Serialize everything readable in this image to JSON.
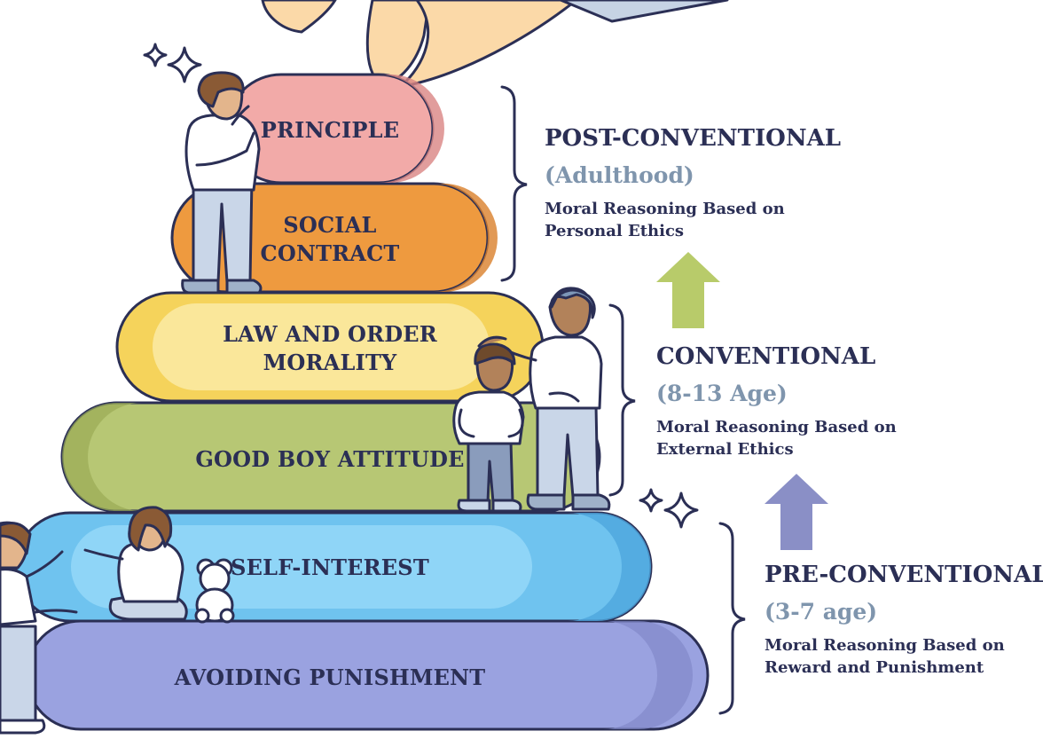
{
  "steps": [
    {
      "label_lines": [
        "PRINCIPLE"
      ]
    },
    {
      "label_lines": [
        "SOCIAL",
        "CONTRACT"
      ]
    },
    {
      "label_lines": [
        "LAW AND ORDER",
        "MORALITY"
      ]
    },
    {
      "label_lines": [
        "GOOD BOY ATTITUDE"
      ]
    },
    {
      "label_lines": [
        "SELF-INTEREST"
      ]
    },
    {
      "label_lines": [
        "AVOIDING PUNISHMENT"
      ]
    }
  ],
  "stages": [
    {
      "title": "POST-CONVENTIONAL",
      "age": "(Adulthood)",
      "desc_lines": [
        "Moral Reasoning Based on",
        "Personal Ethics"
      ]
    },
    {
      "title": "CONVENTIONAL",
      "age": "(8-13 Age)",
      "desc_lines": [
        "Moral Reasoning Based on",
        "External Ethics"
      ]
    },
    {
      "title": "PRE-CONVENTIONAL",
      "age": "(3-7 age)",
      "desc_lines": [
        "Moral Reasoning Based on",
        "Reward and Punishment"
      ]
    }
  ],
  "colors": {
    "outline": "#2b2f55",
    "principle": "#f2aaa8",
    "social_contract": "#ee9a3f",
    "law_and_order": "#f5d35b",
    "good_boy": "#b7c774",
    "self_interest": "#6fc3ef",
    "avoiding_punishment": "#9aa2e0",
    "arrow_upper": "#b8cb6a",
    "arrow_lower": "#8a8fc6",
    "age_text": "#7f95ad"
  },
  "icons": [
    "hand-icon",
    "sparkle-icon",
    "person-thinking-icon",
    "teacher-icon",
    "boy-icon",
    "girl-icon",
    "child-icon",
    "teddy-bear-icon",
    "person-bottom-left-icon"
  ]
}
